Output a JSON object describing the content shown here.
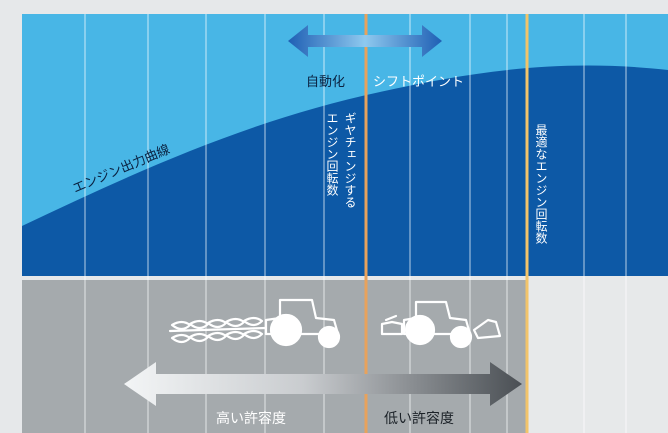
{
  "labels": {
    "automation": "自動化",
    "shift_point": "シフトポイント",
    "engine_curve": "エンジン出力曲線",
    "gear_change_rpm_col1": "ギヤチェンジする",
    "gear_change_rpm_col2": "エンジン回転数",
    "optimal_rpm": "最適なエンジン回転数",
    "high_tolerance": "高い許容度",
    "low_tolerance": "低い許容度"
  },
  "colors": {
    "sky_light": "#48b6e6",
    "curve_dark": "#0d59a6",
    "gear_line": "#e8a25c",
    "optimal_line": "#f2c46a",
    "bottom_gray": "#a5aaad",
    "bottom_light": "#e7e9ea"
  },
  "icons": {
    "top_arrow": "double-arrow-icon",
    "tractor_plough": "tractor-with-plough-icon",
    "tractor_light": "tractor-with-implement-icon",
    "bottom_arrow": "double-arrow-icon"
  }
}
